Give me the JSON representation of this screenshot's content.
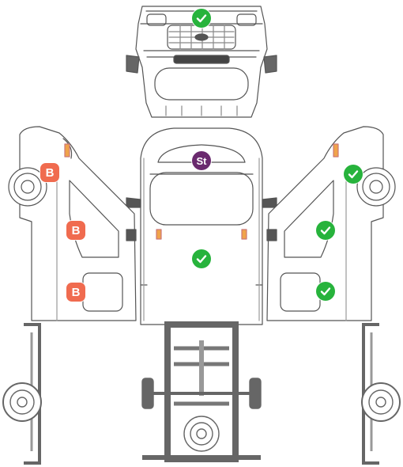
{
  "colors": {
    "ok": "#27b33c",
    "b": "#f06b4f",
    "st": "#6a2a6e",
    "line": "#555555",
    "frame": "#666666"
  },
  "diagram": {
    "views": [
      "front-view",
      "left-side-view",
      "top-view",
      "right-side-view",
      "chassis-view"
    ]
  },
  "markers": [
    {
      "id": "front-hood",
      "kind": "ok",
      "icon": "check-icon"
    },
    {
      "id": "roof-st",
      "kind": "st",
      "label": "St"
    },
    {
      "id": "body-center",
      "kind": "ok",
      "icon": "check-icon"
    },
    {
      "id": "left-wheel-b",
      "kind": "b",
      "label": "B"
    },
    {
      "id": "left-door-b",
      "kind": "b",
      "label": "B"
    },
    {
      "id": "left-rear-b",
      "kind": "b",
      "label": "B"
    },
    {
      "id": "right-wheel",
      "kind": "ok",
      "icon": "check-icon"
    },
    {
      "id": "right-door",
      "kind": "ok",
      "icon": "check-icon"
    },
    {
      "id": "right-rear",
      "kind": "ok",
      "icon": "check-icon"
    }
  ]
}
